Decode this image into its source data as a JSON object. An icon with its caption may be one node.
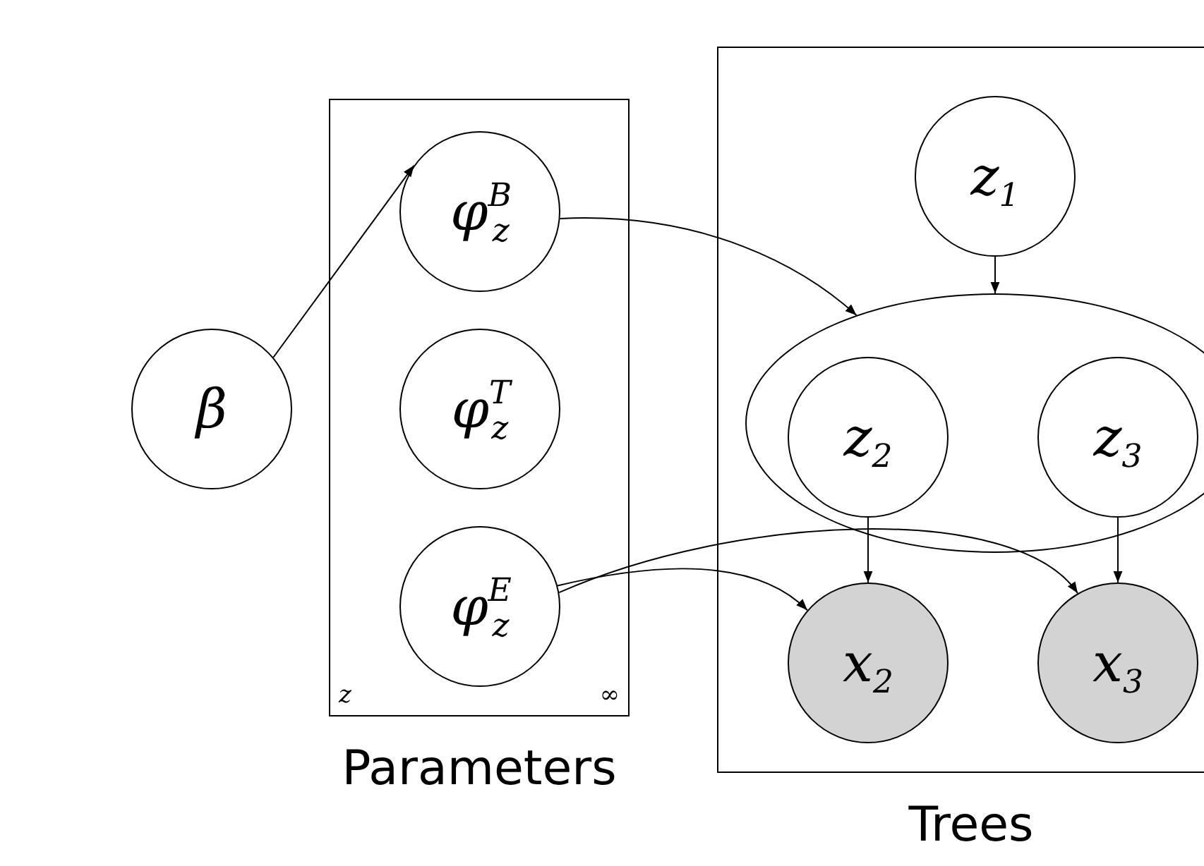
{
  "diagram": {
    "nodes": [
      {
        "text": [
          "z",
          "∞",
          "Parameters"
        ]
      },
      {
        "text": [
          "φ$^{B}$$_{z}$"
        ],
        "in": 0
      },
      {
        "text": [
          "φ$^{T}$$_{z}$"
        ],
        "in": 0
      },
      {
        "text": [
          "φ$^{E}$$_{z}$"
        ],
        "in": 0
      },
      {
        "text": [
          "β"
        ]
      },
      {
        "text": [
          "Trees"
        ]
      },
      {
        "text": [
          "z$_{1}$"
        ],
        "in": 5
      },
      {
        "text": [],
        "shape": "ellipse",
        "in": 5
      },
      {
        "text": [
          "z$_{2}$"
        ],
        "in": 7
      },
      {
        "text": [
          "z$_{3}$"
        ],
        "in": 7
      },
      {
        "text": [
          "x$_{2}$"
        ],
        "in": 5
      },
      {
        "text": [
          "x$_{3}$"
        ],
        "in": 5
      }
    ],
    "edges": [
      {
        "from": 4,
        "to": 1,
        "arrow": "to"
      },
      {
        "from": 1,
        "to": 7,
        "arrow": "to"
      },
      {
        "from": 6,
        "to": 7,
        "arrow": "to"
      },
      {
        "from": 8,
        "to": 10,
        "arrow": "to"
      },
      {
        "from": 9,
        "to": 11,
        "arrow": "to"
      },
      {
        "from": 3,
        "to": 10,
        "arrow": "to"
      },
      {
        "from": 3,
        "to": 11,
        "arrow": "to"
      }
    ]
  }
}
